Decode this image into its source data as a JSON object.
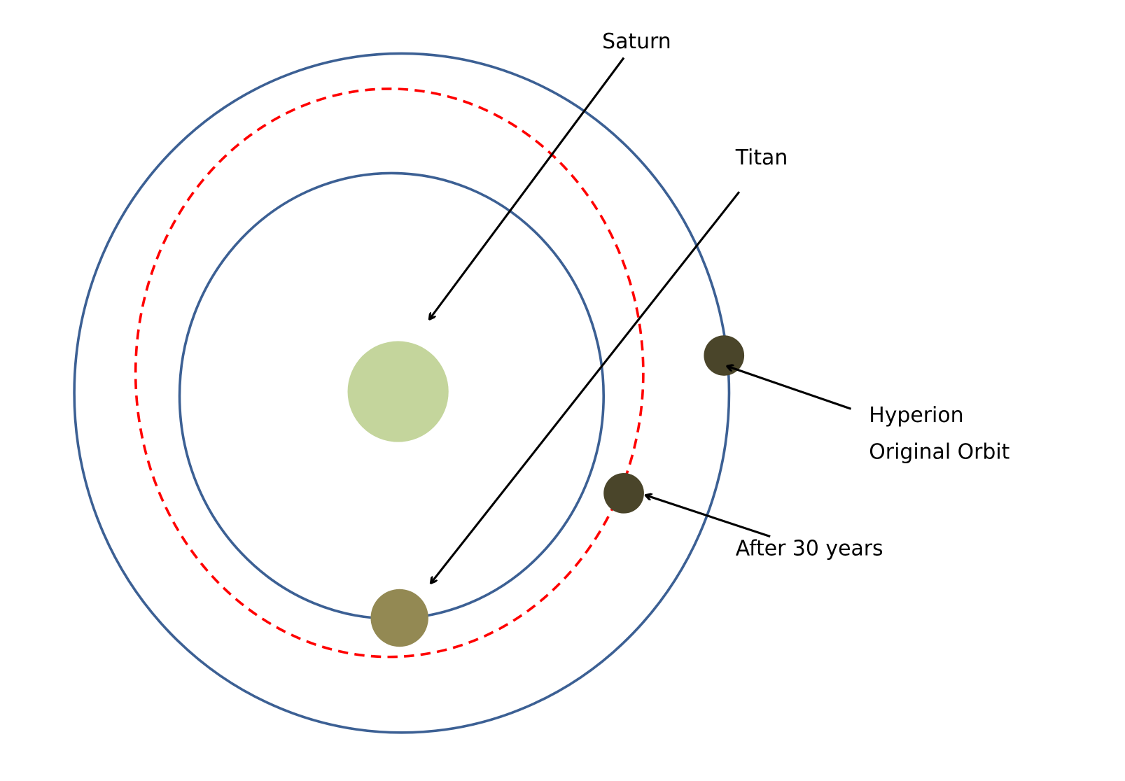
{
  "labels": {
    "saturn": "Saturn",
    "titan": "Titan",
    "hyperion_line1": "Hyperion",
    "hyperion_line2": "Original Orbit",
    "after": "After 30 years"
  },
  "colors": {
    "orbit": "#3c6094",
    "dashed_orbit": "#ff0000",
    "saturn": "#c4d59c",
    "titan": "#938953",
    "hyperion": "#4a452a",
    "arrow": "#000000"
  }
}
